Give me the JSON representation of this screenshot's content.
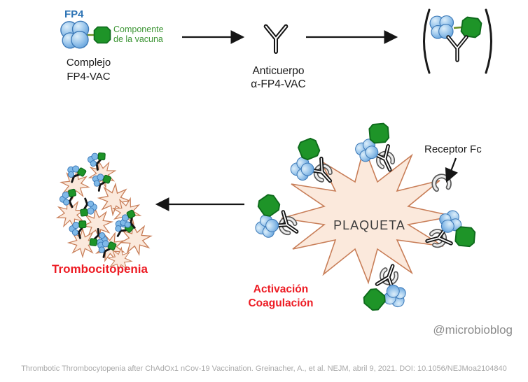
{
  "diagram": {
    "top_row": {
      "fp4_label": "FP4",
      "vaccine_component_label": "Componente\nde la vacuna",
      "complex_label": "Complejo\nFP4-VAC",
      "antibody_label": "Anticuerpo\nα-FP4-VAC"
    },
    "platelet_scene": {
      "receptor_fc_label": "Receptor Fc",
      "platelet_label": "PLAQUETA",
      "activation_label": "Activación\nCoagulación"
    },
    "aggregate": {
      "thrombocytopenia_label": "Trombocitopenia"
    },
    "watermark": "@microbioblog",
    "caption": "Thrombotic Thrombocytopenia after ChAdOx1 nCov-19 Vaccination. Greinacher, A., et al. NEJM, abril 9, 2021. DOI: 10.1056/NEJMoa2104840"
  },
  "colors": {
    "fp4_blue": "#2E74B5",
    "component_green": "#3E9636",
    "octagon_green": "#1E9428",
    "platelet_fill": "#FBE9DC",
    "platelet_stroke": "#C87E58",
    "alert_red": "#ED1C24",
    "caption_gray": "#A8A8A8",
    "watermark_gray": "#8C8C8C",
    "ink": "#1A1A1A"
  }
}
